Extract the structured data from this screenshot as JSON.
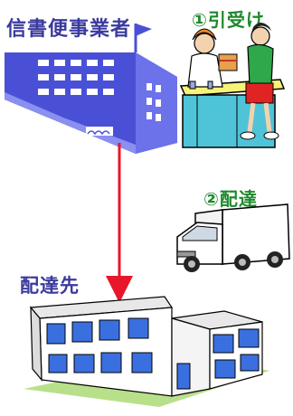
{
  "labels": {
    "carrier": "信書便事業者",
    "pickup": "①引受け",
    "delivery": "②配達",
    "destination": "配達先"
  },
  "colors": {
    "heading_blue": "#3a3a9e",
    "step_green": "#1e8a2e",
    "arrow_red": "#e8162a",
    "building_blue": "#4a50d6"
  },
  "icons": {
    "carrier": "office-building-icon",
    "pickup": "counter-clerk-customer-icon",
    "delivery": "delivery-truck-icon",
    "destination": "house-building-icon"
  }
}
